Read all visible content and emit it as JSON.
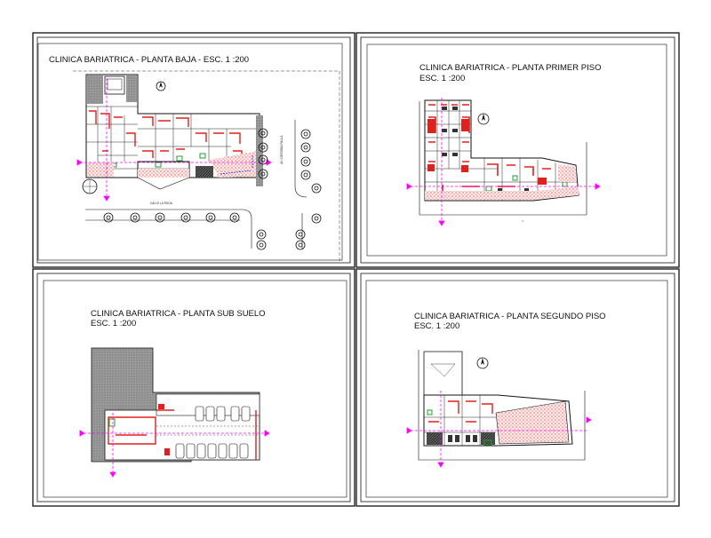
{
  "sheets": [
    {
      "title": "CLINICA BARIATRICA - PLANTA BAJA - ESC. 1 :200"
    },
    {
      "title": "CLINICA BARIATRICA - PLANTA PRIMER PISO",
      "scale": "ESC. 1 :200"
    },
    {
      "title": "CLINICA BARIATRICA - PLANTA SUB SUELO",
      "scale": "ESC. 1 :200"
    },
    {
      "title": "CLINICA BARIATRICA - PLANTA SEGUNDO PISO",
      "scale": "ESC. 1 :200"
    }
  ],
  "street_labels": {
    "bottom": "CALLE LA RIOJA",
    "side": "AV. CORDOBA PAULA"
  },
  "colors": {
    "wall_red": "#e0201c",
    "hatch_red": "#d83030",
    "section_magenta": "#ff00ff",
    "parking_grey": "#8a8a8a",
    "green": "#1f9f2f",
    "line": "#111111"
  }
}
